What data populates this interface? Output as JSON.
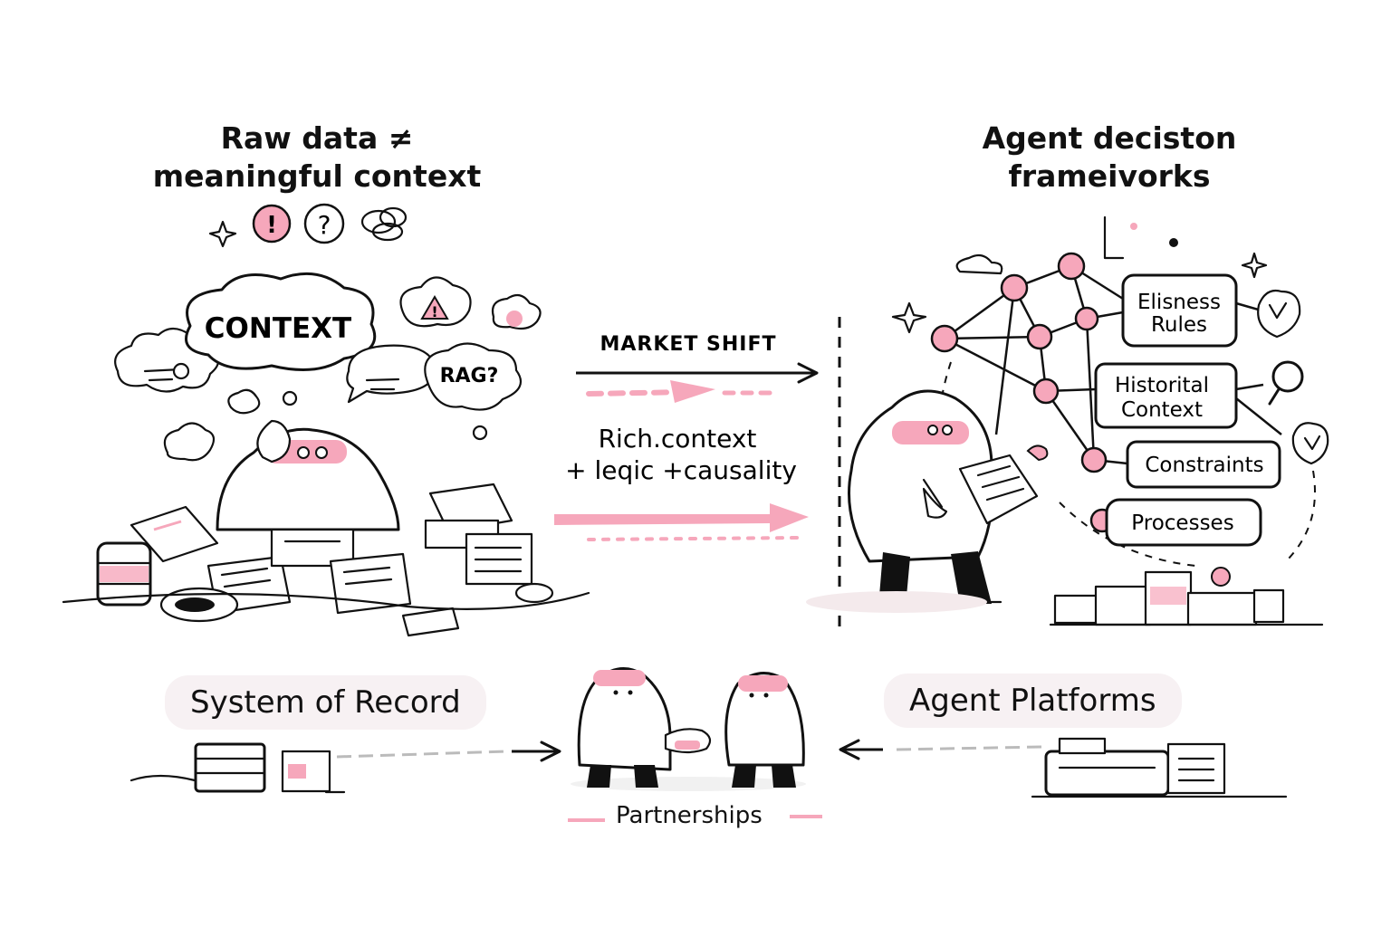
{
  "left_title_line1": "Raw data ≠",
  "left_title_line2": "meaningful context",
  "right_title_line1": "Agent deciston",
  "right_title_line2": "frameivorks",
  "bubble_context": "CONTEXT",
  "bubble_rag": "RAG?",
  "icon_exclaim": "!",
  "icon_question": "?",
  "arrow_label_top": "MARKET SHIFT",
  "arrow_label_line1": "Rich.context",
  "arrow_label_line2": "+ leqic +causality",
  "framework_boxes": [
    "Elisness\nRules",
    "Historital\nContext",
    "Constraints",
    "Processes"
  ],
  "fw_box1_line1": "Elisness",
  "fw_box1_line2": "Rules",
  "fw_box2_line1": "Historital",
  "fw_box2_line2": "Context",
  "fw_box3": "Constraints",
  "fw_box4": "Processes",
  "bottom_left_pill": "System of Record",
  "bottom_right_pill": "Agent Platforms",
  "bottom_caption": "Partnerships",
  "accent_color": "#f6a7bb",
  "ink_color": "#111111"
}
